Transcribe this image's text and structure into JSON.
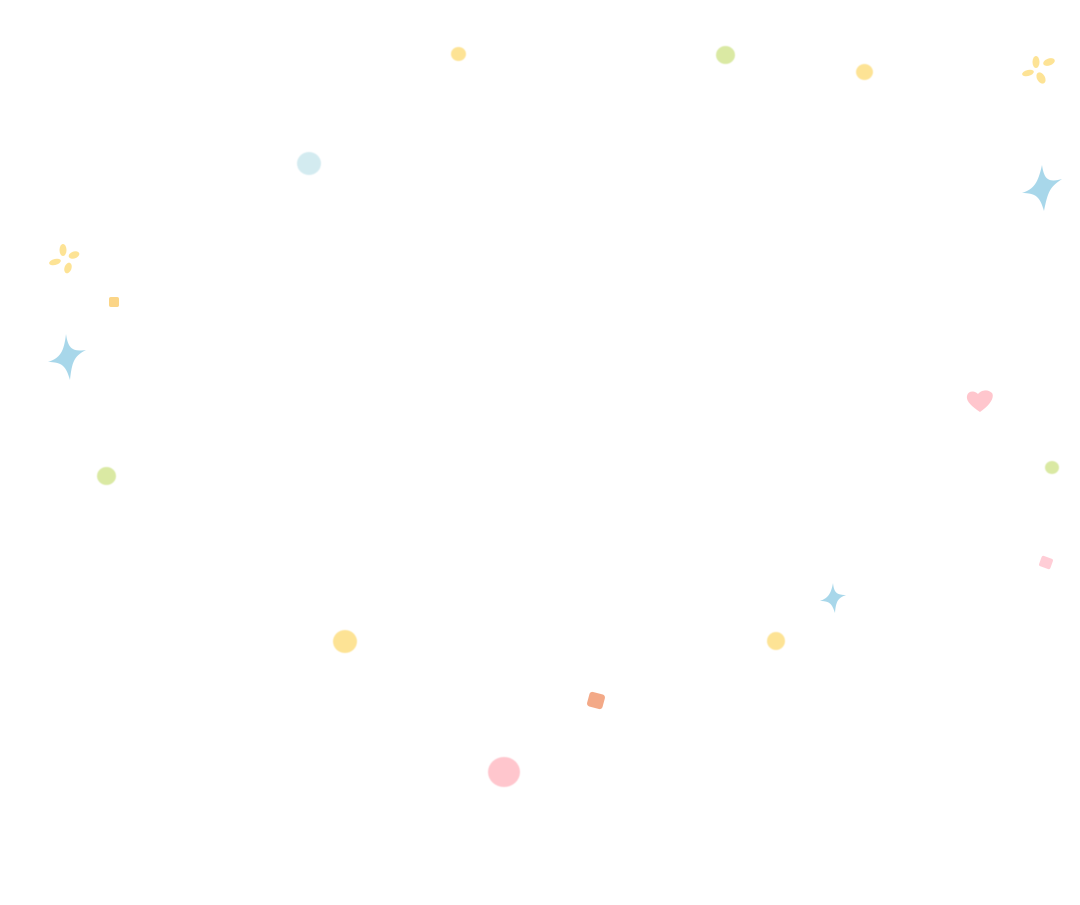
{
  "background": {
    "color": "#ffffff",
    "name": "watercolor-confetti-background"
  },
  "palette": {
    "yellow": "#fde08a",
    "green": "#d6e79a",
    "blue": "#9fd3e8",
    "light_blue": "#cfe9ef",
    "pink": "#ffc0c8",
    "light_pink": "#ffc8d2",
    "orange": "#f2a07a"
  },
  "decorations": [
    {
      "icon": "sparkle-icon",
      "color": "yellow"
    },
    {
      "icon": "sparkle-icon",
      "color": "yellow"
    },
    {
      "icon": "four-point-star-icon",
      "color": "blue"
    },
    {
      "icon": "four-point-star-icon",
      "color": "blue"
    },
    {
      "icon": "four-point-star-icon",
      "color": "blue"
    },
    {
      "icon": "heart-icon",
      "color": "pink"
    },
    {
      "icon": "dot-icon",
      "color": "yellow"
    },
    {
      "icon": "dot-icon",
      "color": "green"
    },
    {
      "icon": "dot-icon",
      "color": "light_blue"
    },
    {
      "icon": "dot-icon",
      "color": "pink"
    },
    {
      "icon": "square-icon",
      "color": "orange"
    },
    {
      "icon": "square-icon",
      "color": "light_pink"
    }
  ]
}
